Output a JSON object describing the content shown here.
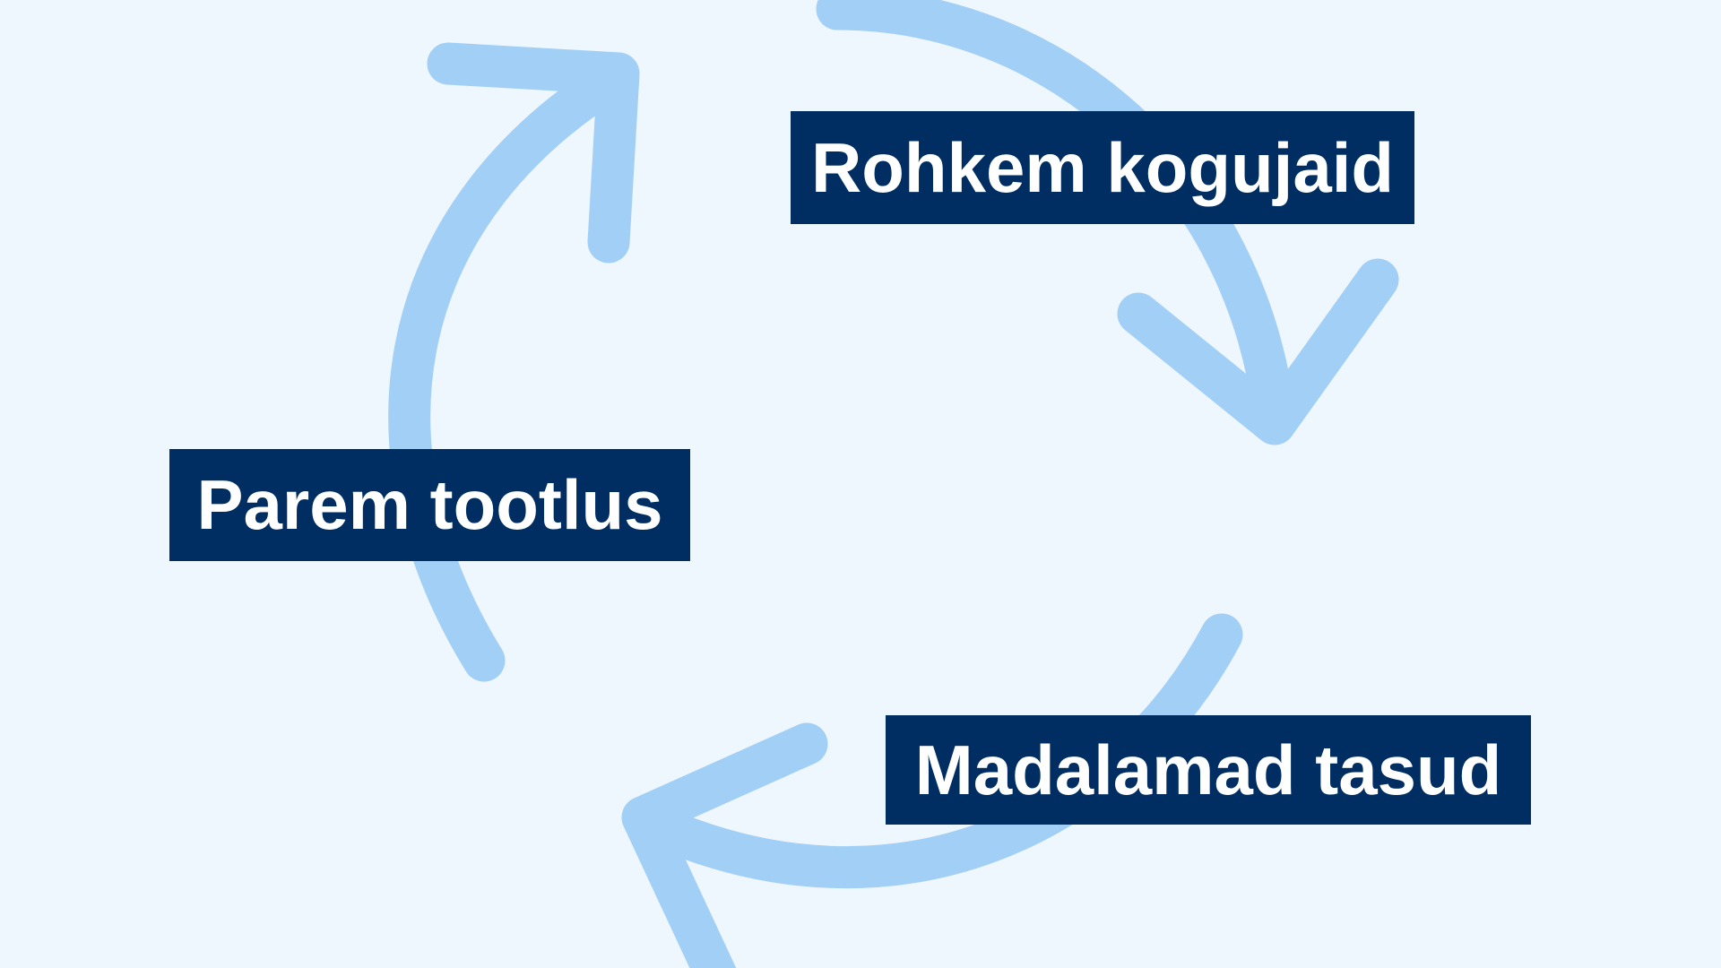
{
  "diagram": {
    "type": "cycle",
    "colors": {
      "background": "#EEF6FE",
      "arrow": "#A2CFF6",
      "label_background": "#002E62",
      "label_text": "#FFFFFF"
    },
    "labels": [
      {
        "text": "Rohkem kogujaid"
      },
      {
        "text": "Parem tootlus"
      },
      {
        "text": "Madalamad tasud"
      }
    ],
    "arrows": [
      {
        "from": "Rohkem kogujaid",
        "direction": "clockwise-down",
        "icon": "curved-arrow-down-icon"
      },
      {
        "from": "Madalamad tasud",
        "direction": "clockwise-left",
        "icon": "curved-arrow-left-icon"
      },
      {
        "from": "Parem tootlus",
        "direction": "clockwise-up",
        "icon": "curved-arrow-up-icon"
      }
    ]
  }
}
